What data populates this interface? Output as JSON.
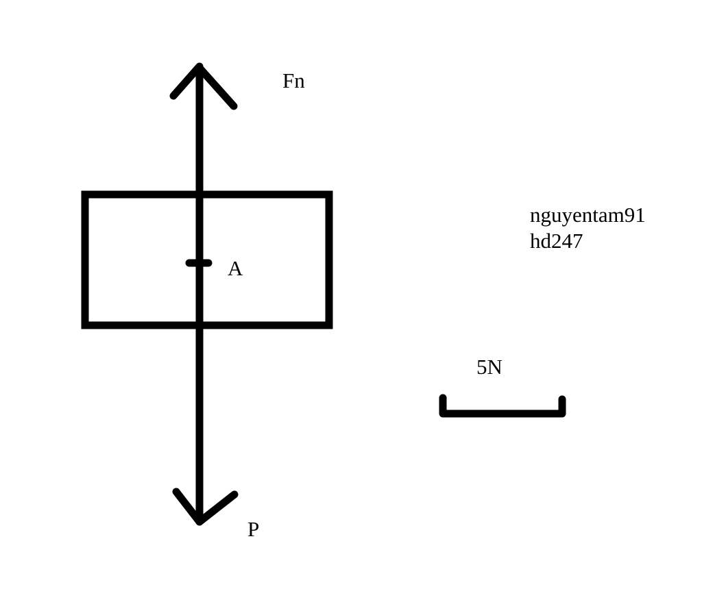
{
  "labels": {
    "normal_force": "Fn",
    "point": "A",
    "weight": "P",
    "scale": "5N"
  },
  "watermark": {
    "line1": "nguyentam91",
    "line2": "hd247"
  },
  "colors": {
    "stroke": "#000000",
    "background": "#ffffff"
  }
}
